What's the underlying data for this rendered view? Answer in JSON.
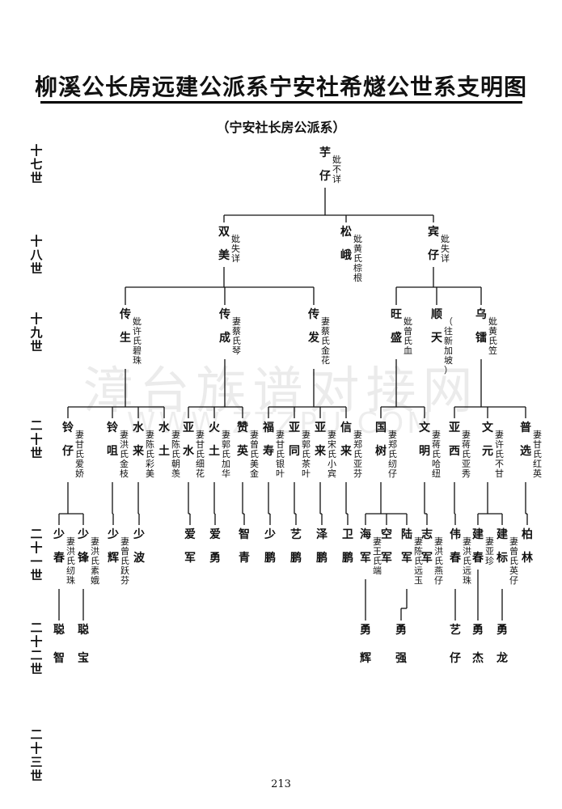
{
  "title": "柳溪公长房远建公派系宁安社希燧公世系支明图",
  "subtitle": "（宁安社长房公派系）",
  "page_number": "213",
  "watermark": {
    "text": "漳台族谱对接网",
    "url": "WWW.ZTZPU.COM"
  },
  "generations": [
    "十七世",
    "十八世",
    "十九世",
    "二十世",
    "二十一世",
    "二十二世",
    "二十三世"
  ],
  "people": [
    {
      "name": "芋仔",
      "spouse": "妣不详"
    },
    {
      "name": "双美",
      "spouse": "妣失详"
    },
    {
      "name": "松峨",
      "spouse": "妣黄氏棕根"
    },
    {
      "name": "宾仔",
      "spouse": "妣失详"
    },
    {
      "name": "传生",
      "spouse": "妣许氏碧珠"
    },
    {
      "name": "传成",
      "spouse": "妻蔡氏琴"
    },
    {
      "name": "传发",
      "spouse": "妻蔡氏金花"
    },
    {
      "name": "旺盛",
      "spouse": "妣曾氏血"
    },
    {
      "name": "顺天",
      "spouse": "（往新加坡）"
    },
    {
      "name": "乌镭",
      "spouse": "妣黄氏笠"
    },
    {
      "name": "铃仔",
      "spouse": "妻甘氏爱娇"
    },
    {
      "name": "铃咀",
      "spouse": "妻洪氏金枝"
    },
    {
      "name": "水来",
      "spouse": "妻陈氏彩美"
    },
    {
      "name": "水土",
      "spouse": "妻陈氏朝羡"
    },
    {
      "name": "亚水",
      "spouse": "妻甘氏细花"
    },
    {
      "name": "火土",
      "spouse": "妻郭氏加华"
    },
    {
      "name": "赞英",
      "spouse": "妻曾氏美金"
    },
    {
      "name": "福寿",
      "spouse": "妻甘氏银叶"
    },
    {
      "name": "亚同",
      "spouse": "妻郭氏茶叶"
    },
    {
      "name": "亚来",
      "spouse": "妻宋氏小宾"
    },
    {
      "name": "信来",
      "spouse": "妻郑氏亚芬"
    },
    {
      "name": "国树",
      "spouse": "妻郑氏纫仔"
    },
    {
      "name": "文明",
      "spouse": "妻蒋氏哈纽"
    },
    {
      "name": "亚西",
      "spouse": "妻蒋氏亚秀"
    },
    {
      "name": "文元",
      "spouse": "妻许氏不甘"
    },
    {
      "name": "普选",
      "spouse": "妻甘氏红英"
    },
    {
      "name": "少春",
      "spouse": "妻洪氏纫珠"
    },
    {
      "name": "少锋",
      "spouse": "妻洪氏素娥"
    },
    {
      "name": "少辉",
      "spouse": "妻曾氏跃芬"
    },
    {
      "name": "少波",
      "spouse": ""
    },
    {
      "name": "爱军",
      "spouse": ""
    },
    {
      "name": "爱勇",
      "spouse": ""
    },
    {
      "name": "智青",
      "spouse": ""
    },
    {
      "name": "少鹏",
      "spouse": ""
    },
    {
      "name": "艺鹏",
      "spouse": ""
    },
    {
      "name": "泽鹏",
      "spouse": ""
    },
    {
      "name": "卫鹏",
      "spouse": ""
    },
    {
      "name": "海军",
      "spouse": "妻王氏端"
    },
    {
      "name": "空军",
      "spouse": ""
    },
    {
      "name": "陆军",
      "spouse": "妻陈氏远玉"
    },
    {
      "name": "志军",
      "spouse": "妻洪氏燕仔"
    },
    {
      "name": "伟春",
      "spouse": "妻洪氏远珠"
    },
    {
      "name": "建春",
      "spouse": "妻亚珍"
    },
    {
      "name": "建标",
      "spouse": "妻曾氏英仔"
    },
    {
      "name": "柏林",
      "spouse": ""
    },
    {
      "name": "聪智",
      "spouse": ""
    },
    {
      "name": "聪宝",
      "spouse": ""
    },
    {
      "name": "勇辉",
      "spouse": ""
    },
    {
      "name": "勇强",
      "spouse": ""
    },
    {
      "name": "艺仔",
      "spouse": ""
    },
    {
      "name": "勇杰",
      "spouse": ""
    },
    {
      "name": "勇龙",
      "spouse": ""
    }
  ]
}
